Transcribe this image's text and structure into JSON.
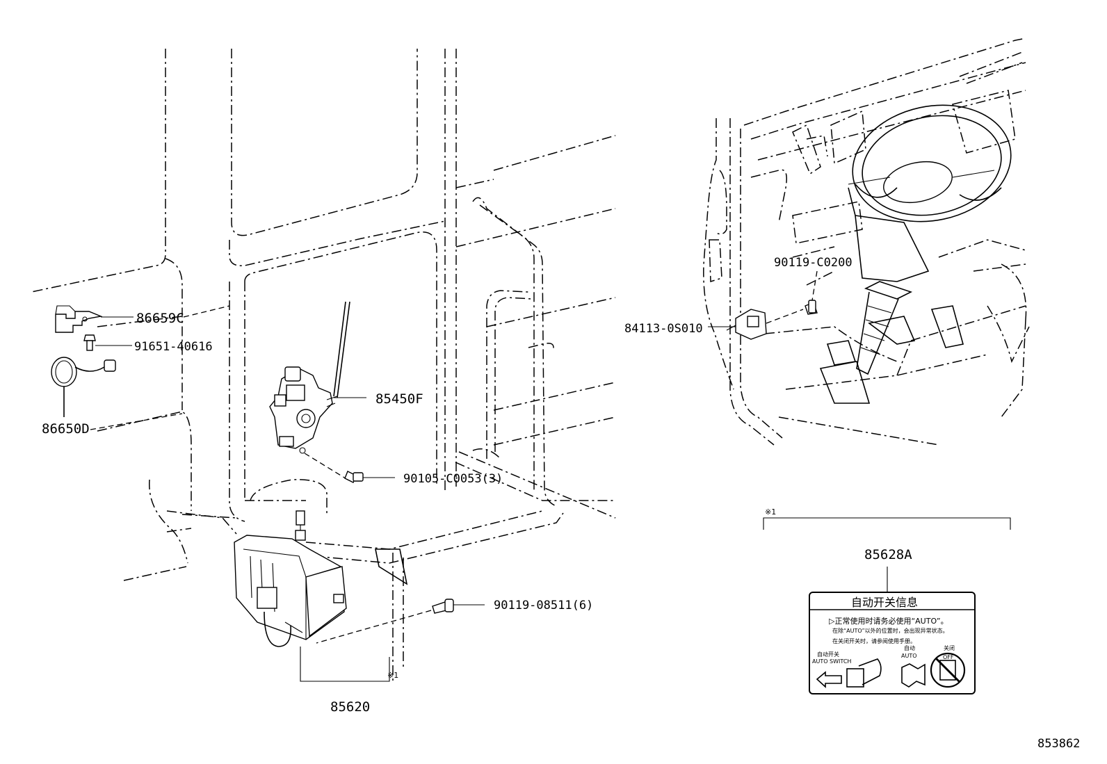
{
  "parts": {
    "p86659C": "86659C",
    "p91651": "91651-40616",
    "p86650D": "86650D",
    "p85450F": "85450F",
    "p90105": "90105-C0053(3)",
    "p90119_08511": "90119-08511(6)",
    "p85620": "85620",
    "p90119_C0200": "90119-C0200",
    "p84113": "84113-0S010",
    "p85628A": "85628A"
  },
  "notes": {
    "ref1_a": "※1",
    "ref1_b": "※1"
  },
  "label_sticker": {
    "title": "自动开关信息",
    "line1": "▷正常使用时请务必使用“AUTO”。",
    "line2": "在除“AUTO”以外的位置时，会出现异常状态。",
    "line3": "在关闭开关时，请参阅使用手册。",
    "auto_switch_small": "自动开关",
    "auto_switch": "AUTO SWITCH",
    "auto_small": "自动",
    "auto": "AUTO",
    "off_small": "关闭",
    "off": "OFF"
  },
  "diagram_id": "853862"
}
